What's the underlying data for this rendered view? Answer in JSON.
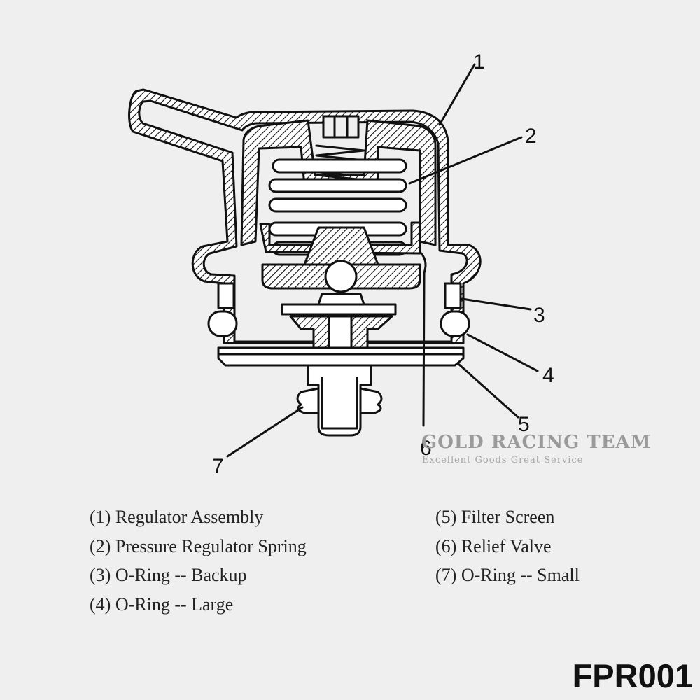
{
  "callouts": [
    "1",
    "2",
    "3",
    "4",
    "5",
    "6",
    "7"
  ],
  "watermark": {
    "title": "GOLD RACING TEAM",
    "subtitle": "Excellent Goods Great Service"
  },
  "legend_left": [
    "(1) Regulator Assembly",
    "(2) Pressure Regulator Spring",
    "(3) O-Ring -- Backup",
    "(4) O-Ring -- Large"
  ],
  "legend_right": [
    "(5) Filter Screen",
    "(6) Relief Valve",
    "(7) O-Ring -- Small"
  ],
  "part_code": "FPR001"
}
